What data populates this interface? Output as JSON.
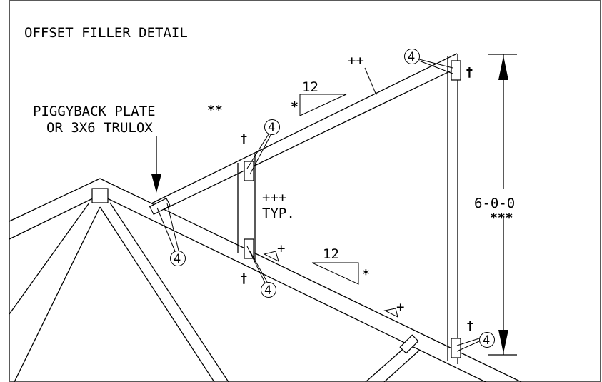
{
  "title": "OFFSET FILLER DETAIL",
  "plate_note": {
    "line1": "PIGGYBACK PLATE",
    "line1_mark": "**",
    "line2": "OR 3X6 TRULOX"
  },
  "slope_upper": {
    "rise": "12",
    "mark": "*"
  },
  "slope_lower": {
    "rise": "12",
    "mark": "*"
  },
  "top_chord_mark": "++",
  "filler_note": {
    "mark": "+++",
    "text": "TYP."
  },
  "dimension": {
    "value": "6-0-0",
    "mark": "***"
  },
  "bearing_marks": [
    "+",
    "+"
  ],
  "dagger": "†",
  "nail_callout": "4",
  "colors": {
    "line": "#000000",
    "background": "#ffffff"
  }
}
